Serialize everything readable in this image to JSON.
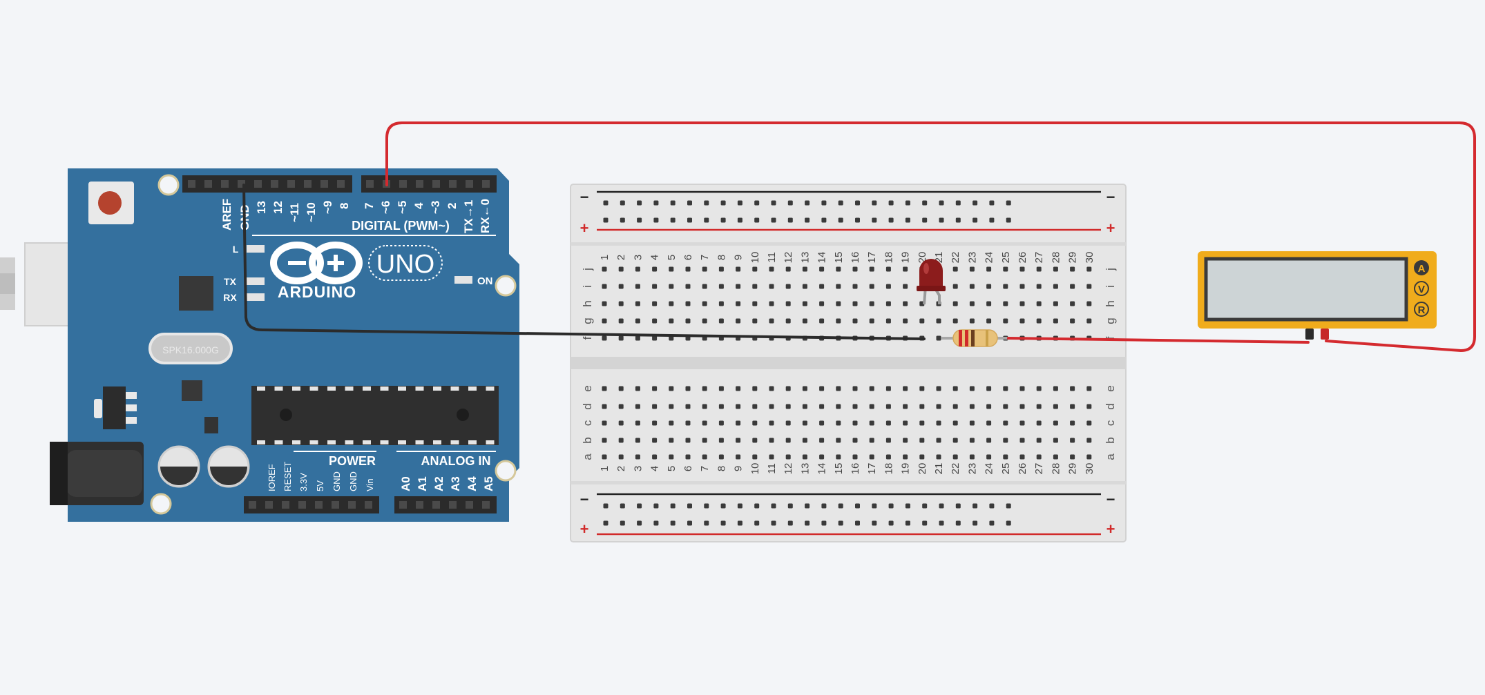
{
  "canvas": {
    "background": "#f3f5f8"
  },
  "arduino": {
    "brand": "ARDUINO",
    "model": "UNO",
    "board_color": "#34709e",
    "digital_header_label": "DIGITAL (PWM~)",
    "digital_pins_left": [
      "AREF",
      "GND",
      "13",
      "12",
      "~11",
      "~10",
      "~9",
      "8"
    ],
    "digital_pins_right": [
      "7",
      "~6",
      "~5",
      "4",
      "~3",
      "2",
      "TX→1",
      "RX←0"
    ],
    "led_labels": [
      "L",
      "TX",
      "RX"
    ],
    "on_label": "ON",
    "crystal_label": "SPK16.000G",
    "power_header_label": "POWER",
    "power_pins": [
      "IOREF",
      "RESET",
      "3.3V",
      "5V",
      "GND",
      "GND",
      "Vin"
    ],
    "analog_header_label": "ANALOG IN",
    "analog_pins": [
      "A0",
      "A1",
      "A2",
      "A3",
      "A4",
      "A5"
    ]
  },
  "breadboard": {
    "columns": [
      "1",
      "2",
      "3",
      "4",
      "5",
      "6",
      "7",
      "8",
      "9",
      "10",
      "11",
      "12",
      "13",
      "14",
      "15",
      "16",
      "17",
      "18",
      "19",
      "20",
      "21",
      "22",
      "23",
      "24",
      "25",
      "26",
      "27",
      "28",
      "29",
      "30"
    ],
    "top_rows": [
      "j",
      "i",
      "h",
      "g",
      "f"
    ],
    "bottom_rows": [
      "e",
      "d",
      "c",
      "b",
      "a"
    ],
    "rail_minus": "−",
    "rail_plus": "+",
    "plus_color": "#d12a2a",
    "minus_color": "#222222"
  },
  "components": {
    "led_color": "#8c1c1c",
    "resistor_color": "#e8c27a"
  },
  "multimeter": {
    "body_color": "#f0ac1c",
    "modes": [
      "A",
      "V",
      "R"
    ]
  },
  "wires": {
    "red": "#d42a2f",
    "black": "#2b2b2b"
  }
}
